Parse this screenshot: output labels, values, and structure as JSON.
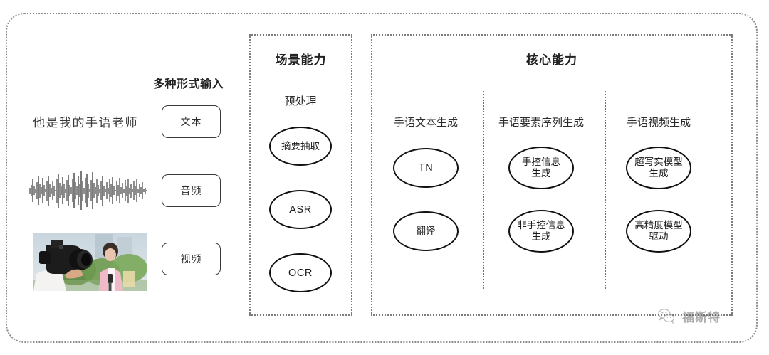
{
  "diagram": {
    "input_section": {
      "heading": "多种形式输入",
      "sample_sentence": "他是我的手语老师",
      "modalities": [
        {
          "label": "文本",
          "media": "text"
        },
        {
          "label": "音频",
          "media": "waveform"
        },
        {
          "label": "视频",
          "media": "video-thumbnail"
        }
      ]
    },
    "scene_panel": {
      "title": "场景能力",
      "subtitle": "预处理",
      "nodes": [
        {
          "label": "摘要抽取",
          "script": "cjk"
        },
        {
          "label": "ASR",
          "script": "latin"
        },
        {
          "label": "OCR",
          "script": "latin"
        }
      ]
    },
    "core_panel": {
      "title": "核心能力",
      "columns": [
        {
          "subtitle": "手语文本生成",
          "nodes": [
            {
              "label": "TN",
              "script": "latin"
            },
            {
              "label": "翻译",
              "script": "cjk"
            }
          ]
        },
        {
          "subtitle": "手语要素序列生成",
          "nodes": [
            {
              "label": "手控信息\n生成",
              "script": "cjk"
            },
            {
              "label": "非手控信息\n生成",
              "script": "cjk"
            }
          ]
        },
        {
          "subtitle": "手语视频生成",
          "nodes": [
            {
              "label": "超写实模型\n生成",
              "script": "cjk"
            },
            {
              "label": "高精度模型\n驱动",
              "script": "cjk"
            }
          ]
        }
      ]
    },
    "watermark": {
      "text": "福斯特",
      "icon": "wechat-bubbles-icon"
    },
    "colors": {
      "frame": "#8b8b8b",
      "panel_border": "#7d7d7d",
      "node_border": "#111111",
      "text": "#2b2b2b",
      "background": "#ffffff"
    }
  }
}
